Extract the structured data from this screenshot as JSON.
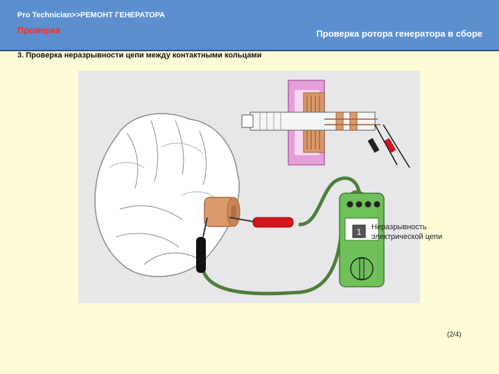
{
  "header": {
    "breadcrumb": "Pro Technician>>РЕМОНТ ГЕНЕРАТОРА",
    "section": "Проверка",
    "topic": "Проверка ротора генератора в сборе"
  },
  "step": {
    "title": "3. Проверка неразрывности цепи между контактными кольцами"
  },
  "figure": {
    "callout": "Неразрывность электрической цепи",
    "meter_display": "1"
  },
  "pager": {
    "label": "(2/4)"
  },
  "colors": {
    "header_bg": "#5b8fd0",
    "page_bg": "#fefcd6",
    "section_text": "#ff2a2a",
    "meter_body": "#6fbf5a",
    "probe_red": "#d8141c"
  }
}
